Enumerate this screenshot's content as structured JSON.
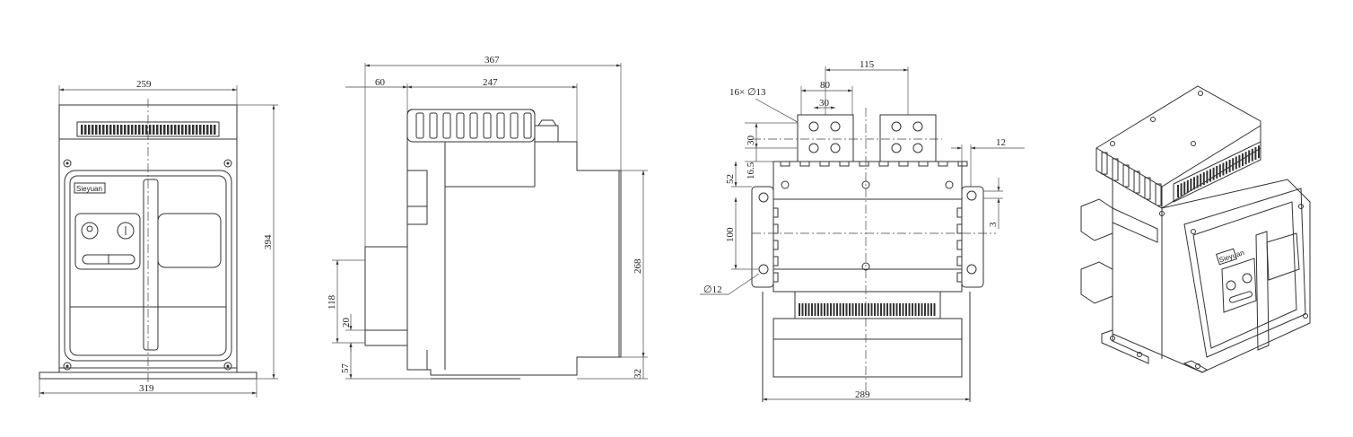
{
  "front_view": {
    "width_top": "259",
    "width_base": "319",
    "height": "394",
    "brand": "Sieyuan"
  },
  "side_view": {
    "overall_depth": "367",
    "front_offset": "60",
    "body_depth": "247",
    "height_right": "268",
    "bottom_right": "32",
    "left_118": "118",
    "left_20": "20",
    "left_57": "57"
  },
  "rear_view": {
    "busbar_spacing": "115",
    "hole_pitch_80": "80",
    "hole_pitch_30h": "30",
    "hole_pitch_30v": "30",
    "hole_note": "16× ∅13",
    "d16_5": "16.5",
    "d52": "52",
    "d100": "100",
    "d12_right": "12",
    "d3": "3",
    "mount_hole": "∅12",
    "overall_width": "289"
  },
  "iso_view": {
    "brand": "Sieyuan"
  }
}
